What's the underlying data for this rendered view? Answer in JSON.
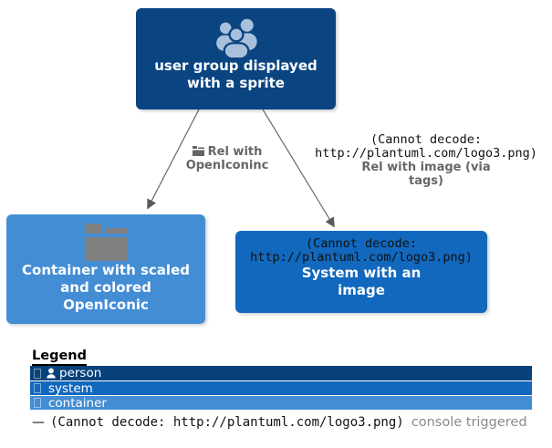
{
  "diagram": {
    "person_node": {
      "type": "person",
      "label_line1": "user group displayed",
      "label_line2": "with a sprite",
      "icon": "user-group-sprite"
    },
    "container_node": {
      "type": "container",
      "label_line1": "Container with scaled",
      "label_line2": "and colored",
      "label_line3": "OpenIconic",
      "icon": "folder-openiconic"
    },
    "system_node": {
      "type": "system",
      "error_line1": "(Cannot decode:",
      "error_line2": "http://plantuml.com/logo3.png)",
      "label_line1": "System with an",
      "label_line2": "image"
    },
    "edge_left": {
      "icon": "folder-openiconic-small",
      "label_line1": "Rel with",
      "label_line2": "OpenIconinc"
    },
    "edge_right": {
      "error_line1": "(Cannot decode:",
      "error_line2": "http://plantuml.com/logo3.png)",
      "label_line1": "Rel with image (via",
      "label_line2": "tags)"
    }
  },
  "legend": {
    "title": "Legend",
    "entries": [
      {
        "label": "person",
        "color": "#08427B",
        "icon": "person-icon"
      },
      {
        "label": "system",
        "color": "#1168BD",
        "icon": "missing-glyph"
      },
      {
        "label": "container",
        "color": "#438DD5",
        "icon": "missing-glyph"
      }
    ]
  },
  "footer": {
    "dash": "—",
    "error_text": "(Cannot decode: http://plantuml.com/logo3.png)",
    "note": "console triggered"
  },
  "colors": {
    "person_bg": "#0A4481",
    "system_bg": "#1168BD",
    "container_bg": "#438DD5",
    "sprite_fill": "#A9C0DC",
    "folder_fill": "#808080",
    "edge_gray": "#666666",
    "note_gray": "#8A8A8A",
    "error_text": "#111111"
  }
}
